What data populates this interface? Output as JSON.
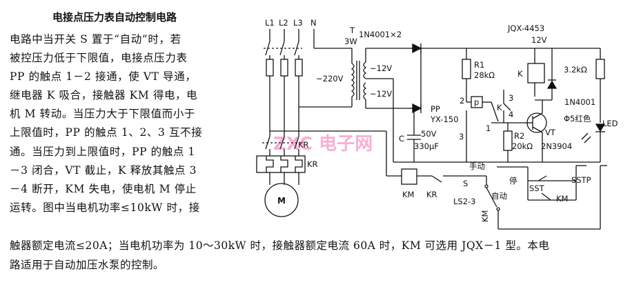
{
  "title": "电接点压力表自动控制电路",
  "paragraph_lines": [
    "电路中当开关 S 置于“自动”时，若",
    "被控压力低于下限值，电接点压力表",
    "PP 的触点 1－2 接通，使 VT 导通，",
    "继电器 K 吸合，接触器 KM 得电，电",
    "机 M 转动。当压力大于下限值而小于",
    "上限值时，PP 的触点 1、2、3 互不接",
    "通。当压力到上限值时，PP 的触点 1",
    "－3 闭合，VT 截止，K 释放其触点 3",
    "－4 断开，KM 失电，使电机 M 停止",
    "运转。图中当电机功率≤10kW 时，接"
  ],
  "bottom_lines": [
    "触器额定电流≤20A；当电机功率为 10～30kW 时，接触器额定电流 60A 时，KM 可选用 JQX－1 型。本电",
    "路适用于自动加压水泵的控制。"
  ],
  "labels": {
    "L1": "L1",
    "L2": "L2",
    "L3": "L3",
    "N": "N",
    "T": "T",
    "T_power": "3W",
    "diodes": "1N4001×2",
    "relay_model": "JQX-4453",
    "relay_volt": "12V",
    "v220": "~220V",
    "v12a": "~12V",
    "v12b": "~12V",
    "R1": "R1",
    "R1_val": "28kΩ",
    "K": "K",
    "R3_val": "3.2kΩ",
    "PP": "PP",
    "PP_model": "YX-150",
    "p": "p",
    "K_contact": "K",
    "n2": "2",
    "n1": "1",
    "n3": "3",
    "n3b": "3",
    "n4": "4",
    "C": "C",
    "C_volt": "50V",
    "C_val": "330μF",
    "R2": "R2",
    "R2_val": "20kΩ",
    "VT": "VT",
    "VT_model": "2N3904",
    "diode2": "1N4001",
    "led_spec": "Φ5红色",
    "LED": "LED",
    "KR_top": "KR",
    "KR": "KR",
    "KM_coil": "KM",
    "KR_contact": "KR",
    "S": "S",
    "LS": "LS2-3",
    "auto": "自动",
    "stop": "停",
    "manual": "手动",
    "SST": "SST",
    "SSTP": "SSTP",
    "KM_aux": "KM",
    "KM_vert": "KM",
    "M": "M"
  },
  "watermark": "ZXC 电子网"
}
